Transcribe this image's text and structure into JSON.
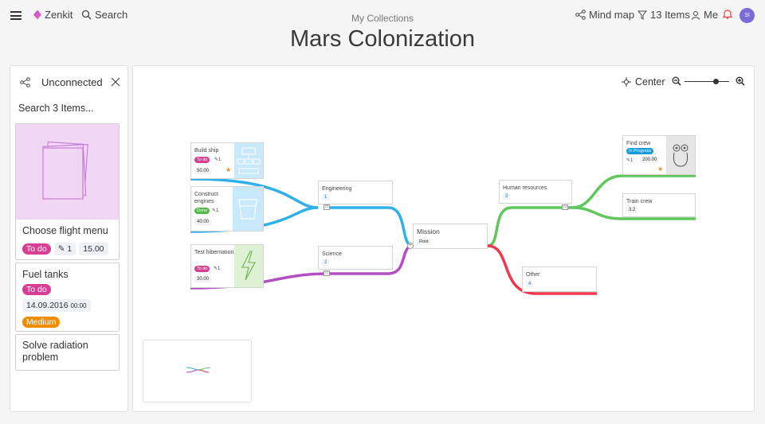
{
  "header": {
    "brand": "Zenkit",
    "search_label": "Search",
    "breadcrumb": "My Collections",
    "title": "Mars Colonization",
    "view_label": "Mind map",
    "items_label": "13 Items",
    "user_label": "Me",
    "avatar_initials": "SI"
  },
  "sidebar": {
    "title": "Unconnected",
    "search_placeholder": "Search 3 Items...",
    "cards": [
      {
        "title": "Choose flight menu",
        "status": "To do",
        "attachments": "1",
        "value": "15.00"
      },
      {
        "title": "Fuel tanks",
        "status": "To do",
        "date": "14.09.2016",
        "time": "00:00",
        "priority": "Medium"
      },
      {
        "title": "Solve radiation problem"
      }
    ]
  },
  "canvas": {
    "center_label": "Center",
    "zoom_level": 0.7
  },
  "mindmap": {
    "root": {
      "title": "Mission",
      "sub": "Root"
    },
    "engineering": {
      "title": "Engineering",
      "count": "1"
    },
    "science": {
      "title": "Science",
      "count": "2"
    },
    "human_resources": {
      "title": "Human resources",
      "count": "3"
    },
    "other": {
      "title": "Other",
      "count": "4"
    },
    "build_ship": {
      "title": "Build ship",
      "status": "To do",
      "attachments": "1",
      "value": "50.00"
    },
    "construct_engines": {
      "title": "Construct engines",
      "status": "Done",
      "attachments": "1",
      "value": "40.00"
    },
    "test_hibernation": {
      "title": "Test hibernation",
      "status": "To do",
      "attachments": "1",
      "value": "30.00"
    },
    "find_crew": {
      "title": "Find crew",
      "status": "In Progress",
      "attachments": "1",
      "value": "200.00"
    },
    "train_crew": {
      "title": "Train crew",
      "value": "3.2"
    }
  },
  "colors": {
    "engineering": "#2fb0ea",
    "science": "#b34fc2",
    "human_resources": "#5fc75c",
    "other": "#f0394f",
    "todo": "#d63f93",
    "done": "#54b948",
    "in_progress": "#1a9bd7",
    "medium": "#f08c00",
    "star": "#f5891f"
  }
}
